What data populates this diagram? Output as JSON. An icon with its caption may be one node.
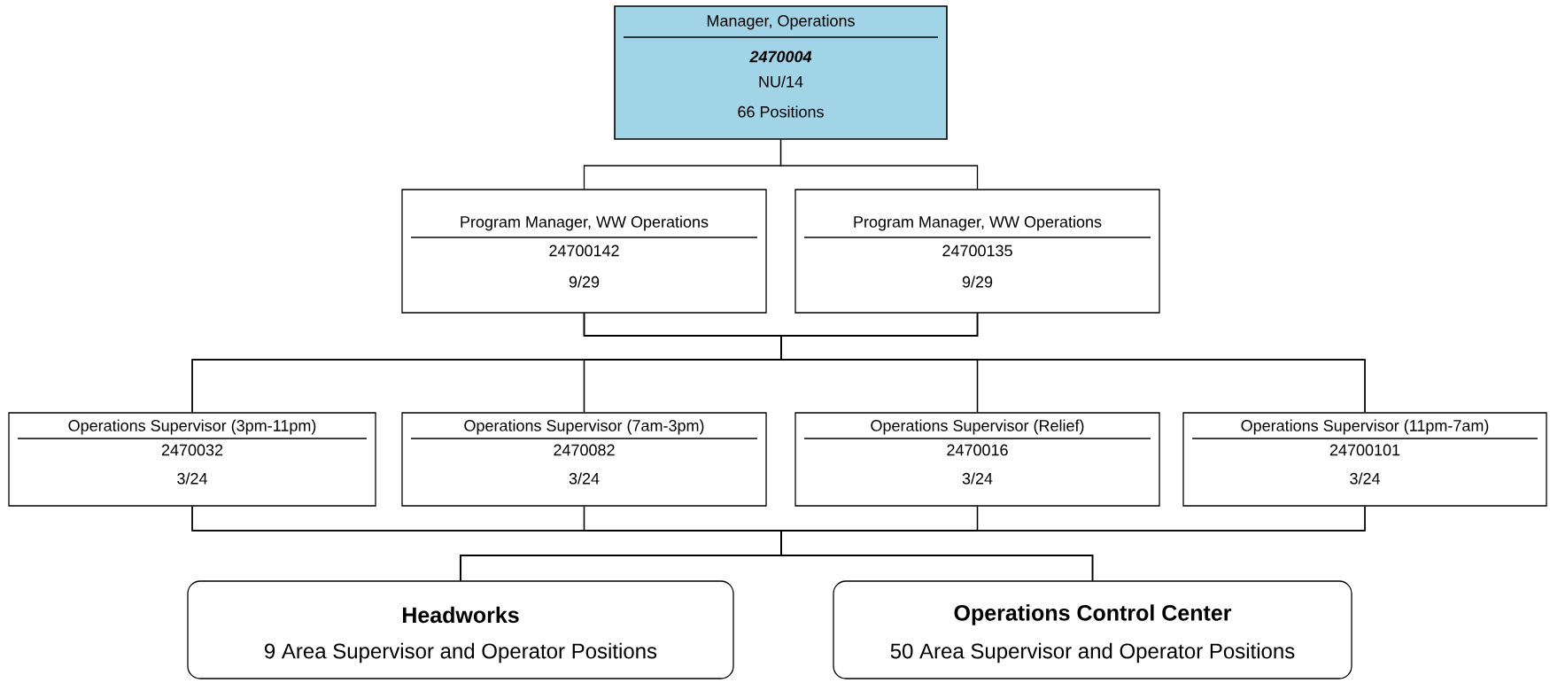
{
  "diagram": {
    "nodes": [
      {
        "text": [
          "Manager, Operations",
          "2470004",
          "NU/14",
          "66 Positions"
        ]
      },
      {
        "text": [
          "Program Manager, WW Operations",
          "24700142",
          "9/29"
        ]
      },
      {
        "text": [
          "Program Manager, WW Operations",
          "24700135",
          "9/29"
        ]
      },
      {
        "text": [
          "Operations Supervisor (3pm-11pm)",
          "2470032",
          "3/24"
        ]
      },
      {
        "text": [
          "Operations Supervisor (7am-3pm)",
          "2470082",
          "3/24"
        ]
      },
      {
        "text": [
          "Operations Supervisor (Relief)",
          "2470016",
          "3/24"
        ]
      },
      {
        "text": [
          "Operations Supervisor (11pm-7am)",
          "24700101",
          "3/24"
        ]
      },
      {
        "text": [
          "Headworks",
          "9 Area Supervisor and Operator Positions"
        ]
      },
      {
        "text": [
          "Operations Control Center",
          "50 Area Supervisor and Operator Positions"
        ]
      }
    ],
    "edges": [
      {
        "from": 0,
        "to": 1,
        "arrow": "none"
      },
      {
        "from": 0,
        "to": 2,
        "arrow": "none"
      },
      {
        "from": 1,
        "to": 3,
        "arrow": "none"
      },
      {
        "from": 1,
        "to": 4,
        "arrow": "none"
      },
      {
        "from": 1,
        "to": 5,
        "arrow": "none"
      },
      {
        "from": 1,
        "to": 6,
        "arrow": "none"
      },
      {
        "from": 2,
        "to": 3,
        "arrow": "none"
      },
      {
        "from": 2,
        "to": 4,
        "arrow": "none"
      },
      {
        "from": 2,
        "to": 5,
        "arrow": "none"
      },
      {
        "from": 2,
        "to": 6,
        "arrow": "none"
      },
      {
        "from": 3,
        "to": 7,
        "arrow": "none"
      },
      {
        "from": 3,
        "to": 8,
        "arrow": "none"
      },
      {
        "from": 4,
        "to": 7,
        "arrow": "none"
      },
      {
        "from": 4,
        "to": 8,
        "arrow": "none"
      },
      {
        "from": 5,
        "to": 7,
        "arrow": "none"
      },
      {
        "from": 5,
        "to": 8,
        "arrow": "none"
      },
      {
        "from": 6,
        "to": 7,
        "arrow": "none"
      },
      {
        "from": 6,
        "to": 8,
        "arrow": "none"
      }
    ]
  }
}
